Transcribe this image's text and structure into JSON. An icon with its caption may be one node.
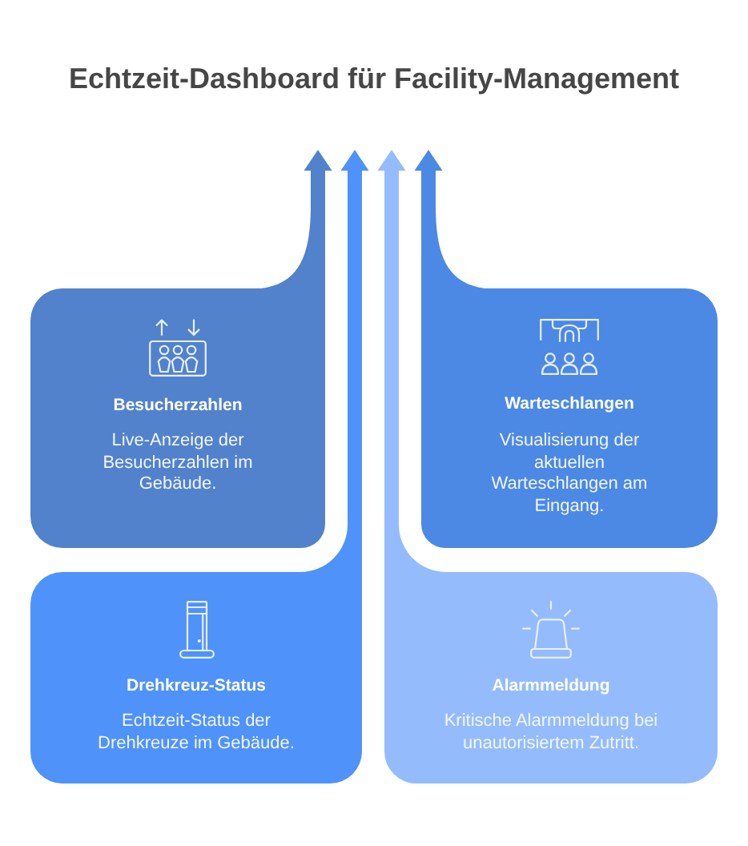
{
  "diagram": {
    "title": "Echtzeit-Dashboard für Facility-Management",
    "nodes": [
      {
        "text": [
          "Besucherzahlen",
          "Live-Anzeige der Besucherzahlen im Gebäude."
        ]
      },
      {
        "text": [
          "Warteschlangen",
          "Visualisierung der aktuellen Warteschlangen am Eingang."
        ]
      },
      {
        "text": [
          "Drehkreuz-Status",
          "Echtzeit-Status der Drehkreuze im Gebäude."
        ]
      },
      {
        "text": [
          "Alarmmeldung",
          "Kritische Alarmmeldung bei unautorisiertem Zutritt."
        ]
      }
    ],
    "edges": [
      {
        "from": 0,
        "to": null,
        "arrow": "to",
        "color": "#5282cc"
      },
      {
        "from": 1,
        "to": null,
        "arrow": "to",
        "color": "#4c89e4"
      },
      {
        "from": 2,
        "to": null,
        "arrow": "to",
        "color": "#4f92fa"
      },
      {
        "from": 3,
        "to": null,
        "arrow": "to",
        "color": "#94bcfc"
      }
    ]
  }
}
